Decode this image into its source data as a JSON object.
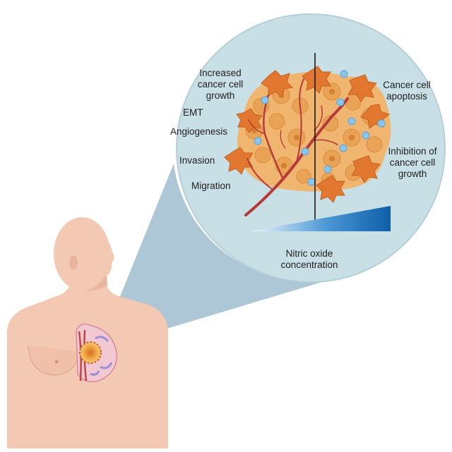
{
  "labels": {
    "increased_growth": "Increased\ncancer cell\ngrowth",
    "emt": "EMT",
    "angiogenesis": "Angiogenesis",
    "invasion": "Invasion",
    "migration": "Migration",
    "apoptosis": "Cancer cell\napoptosis",
    "inhibition": "Inhibition of\ncancer cell\ngrowth",
    "nitric_oxide": "Nitric oxide\nconcentration"
  },
  "colors": {
    "magnifier_fill": "#c9dfe6",
    "magnifier_edge": "#b4cfd9",
    "cone": "#9fbdd0",
    "skin": "#f3c9b4",
    "skin_shade": "#e8b49c",
    "tumor_mass": "#f0b56e",
    "tumor_cell": "#e9a356",
    "orange_cell": "#e2782f",
    "vessel": "#b73a3a",
    "immune_cell": "#8cc4ea",
    "gradient_light": "#e9f3fb",
    "gradient_dark": "#1566b0"
  }
}
